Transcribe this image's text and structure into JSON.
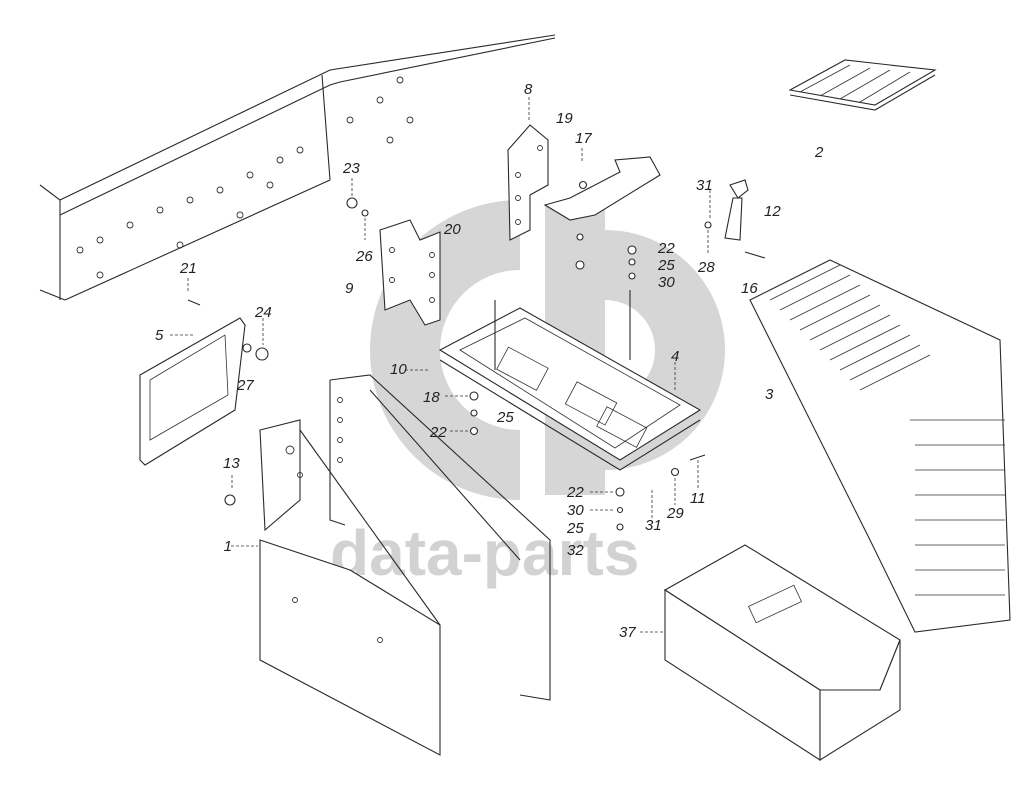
{
  "diagram": {
    "type": "exploded-parts-diagram",
    "subject": "battery box mounting assembly on frame rail",
    "watermark": "data-parts",
    "callouts": [
      {
        "id": "c1",
        "label": "1",
        "part": "bracket-support-left"
      },
      {
        "id": "c2",
        "label": "2",
        "part": "battery-hold-down-frame"
      },
      {
        "id": "c3",
        "label": "3",
        "part": "battery-box-cover"
      },
      {
        "id": "c4",
        "label": "4",
        "part": "battery-tray"
      },
      {
        "id": "c5",
        "label": "5",
        "part": "side-plate"
      },
      {
        "id": "c8",
        "label": "8",
        "part": "upper-bracket"
      },
      {
        "id": "c9",
        "label": "9",
        "part": "angled-bracket"
      },
      {
        "id": "c10",
        "label": "10",
        "part": "tray-stud"
      },
      {
        "id": "c11",
        "label": "11",
        "part": "pin"
      },
      {
        "id": "c12",
        "label": "12",
        "part": "latch-handle"
      },
      {
        "id": "c13",
        "label": "13",
        "part": "plug"
      },
      {
        "id": "c16",
        "label": "16",
        "part": "pin"
      },
      {
        "id": "c17",
        "label": "17",
        "part": "bolt"
      },
      {
        "id": "c18",
        "label": "18",
        "part": "nut"
      },
      {
        "id": "c19",
        "label": "19",
        "part": "bolt"
      },
      {
        "id": "c20",
        "label": "20",
        "part": "bolt"
      },
      {
        "id": "c21",
        "label": "21",
        "part": "bolt"
      },
      {
        "id": "c22a",
        "label": "22",
        "part": "nut"
      },
      {
        "id": "c22b",
        "label": "22",
        "part": "nut"
      },
      {
        "id": "c22c",
        "label": "22",
        "part": "nut"
      },
      {
        "id": "c23",
        "label": "23",
        "part": "nut"
      },
      {
        "id": "c24",
        "label": "24",
        "part": "nut"
      },
      {
        "id": "c25a",
        "label": "25",
        "part": "washer"
      },
      {
        "id": "c25b",
        "label": "25",
        "part": "washer"
      },
      {
        "id": "c25c",
        "label": "25",
        "part": "washer"
      },
      {
        "id": "c26",
        "label": "26",
        "part": "washer"
      },
      {
        "id": "c27",
        "label": "27",
        "part": "seal"
      },
      {
        "id": "c28",
        "label": "28",
        "part": "washer"
      },
      {
        "id": "c29",
        "label": "29",
        "part": "washer"
      },
      {
        "id": "c30a",
        "label": "30",
        "part": "spring-washer"
      },
      {
        "id": "c30b",
        "label": "30",
        "part": "spring-washer"
      },
      {
        "id": "c31a",
        "label": "31",
        "part": "cotter-pin"
      },
      {
        "id": "c31b",
        "label": "31",
        "part": "cotter-pin"
      },
      {
        "id": "c32",
        "label": "32",
        "part": "bolt"
      },
      {
        "id": "c37",
        "label": "37",
        "part": "battery"
      }
    ]
  }
}
